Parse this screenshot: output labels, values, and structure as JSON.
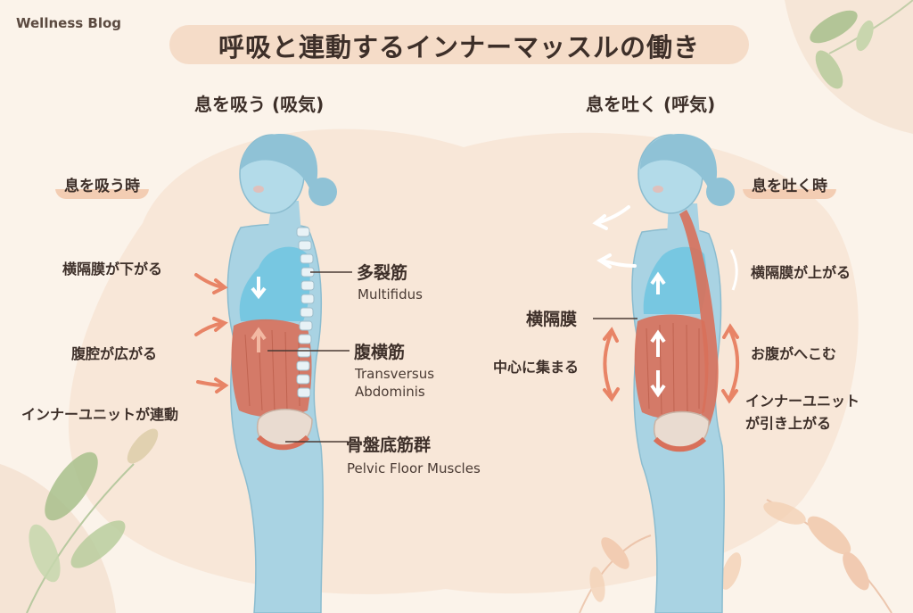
{
  "blog_name": "Wellness Blog",
  "title": "呼吸と連動するインナーマッスルの働き",
  "colors": {
    "background": "#fbf3ea",
    "body": "#a9d3e3",
    "lung": "#6ec4e0",
    "muscle": "#d8705a",
    "arrow": "#e88466",
    "leaf": "#9bb77f"
  },
  "inhale": {
    "heading": "息を吸う (吸気)",
    "pill": "息を吸う時",
    "labels": [
      "横隔膜が下がる",
      "腹腔が広がる",
      "インナーユニットが連動"
    ],
    "muscles": [
      {
        "name": "多裂筋",
        "english": [
          "Multifidus"
        ]
      },
      {
        "name": "腹横筋",
        "english": [
          "Transversus",
          "Abdominis"
        ]
      },
      {
        "name": "骨盤底筋群",
        "english": [
          "Pelvic Floor Muscles"
        ]
      }
    ]
  },
  "exhale": {
    "heading": "息を吐く (呼気)",
    "pill": "息を吐く時",
    "diaphragm_label": "横隔膜",
    "center_label": "中心に集まる",
    "labels": [
      "横隔膜が上がる",
      "お腹がへこむ",
      "インナーユニット",
      "が引き上がる"
    ]
  }
}
